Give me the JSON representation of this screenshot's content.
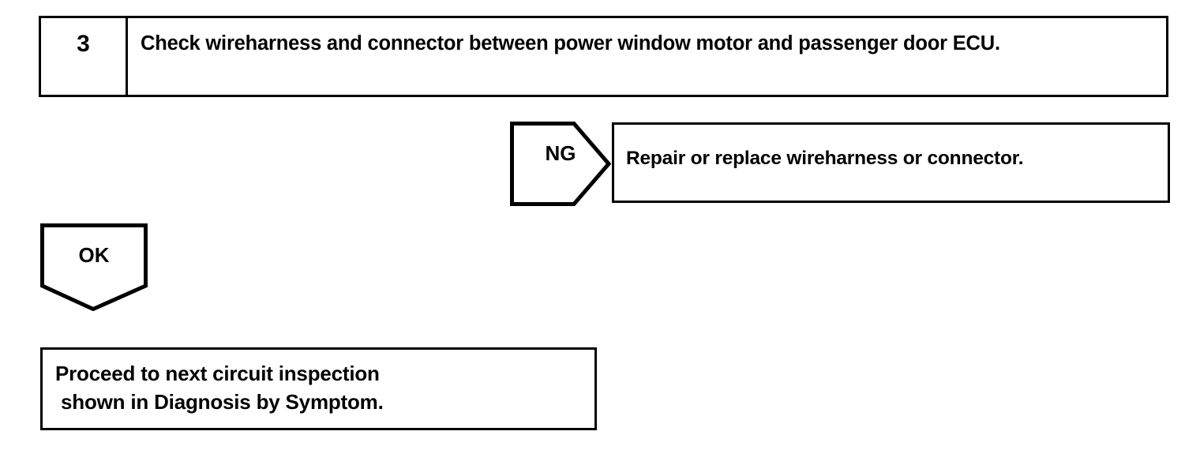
{
  "diagram": {
    "type": "troubleshooting-flowchart",
    "background_color": "#ffffff",
    "line_color": "#000000",
    "step": {
      "number": "3",
      "instruction_line1": "Check wireharness and connector between power window motor and passenger",
      "instruction_line2": "door ECU."
    },
    "branch_ng": {
      "label": "NG",
      "result_text": "Repair or replace wireharness or connector."
    },
    "branch_ok": {
      "label": "OK",
      "result_line1": "Proceed to next circuit inspection",
      "result_line2": " shown in Diagnosis by Symptom."
    }
  }
}
